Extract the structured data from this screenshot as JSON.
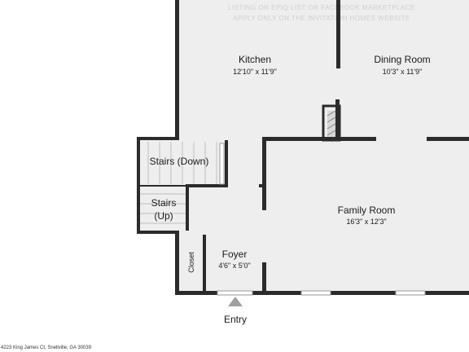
{
  "watermark": {
    "line1": "LISTING ON EPIQ LIST OR FACEBOOK MARKETPLACE",
    "line2": "APPLY ONLY ON THE INVITATION HOMES WEBSITE"
  },
  "rooms": {
    "kitchen": {
      "name": "Kitchen",
      "dims": "12'10\" x 11'9\""
    },
    "dining": {
      "name": "Dining Room",
      "dims": "10'3\" x 11'9\""
    },
    "family": {
      "name": "Family Room",
      "dims": "16'3\" x 12'3\""
    },
    "foyer": {
      "name": "Foyer",
      "dims": "4'6\" x 5'0\""
    },
    "stairs_down": {
      "name": "Stairs (Down)"
    },
    "stairs_up": {
      "line1": "Stairs",
      "line2": "(Up)"
    },
    "closet": {
      "name": "Closet"
    }
  },
  "entry_label": "Entry",
  "address": "4223 King James Ct, Snellville, GA 30039",
  "colors": {
    "floor": "#eeeeee",
    "wall": "#2b2b2b",
    "arrow": "#a0a0a0"
  }
}
